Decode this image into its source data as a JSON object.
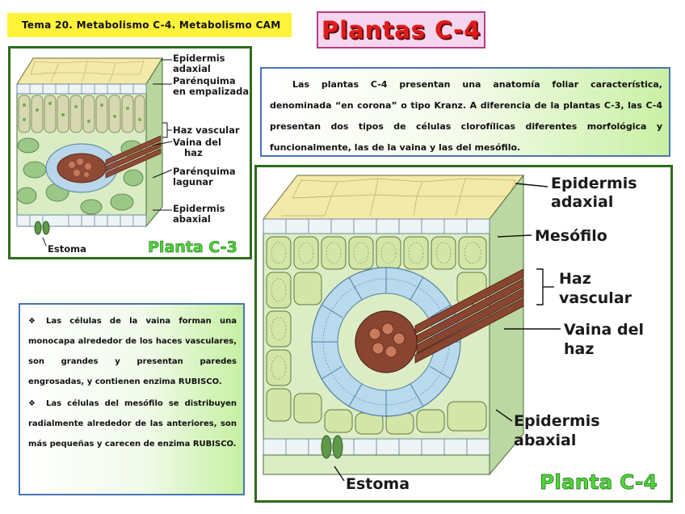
{
  "header": {
    "topic": "Tema 20. Metabolismo C-4. Metabolismo CAM"
  },
  "title": {
    "text": "Plantas C-4"
  },
  "intro": {
    "text": "Las plantas C-4 presentan una anatomía foliar característica, denominada “en corona” o tipo Kranz. A diferencia de la plantas C-3, las C-4 presentan dos tipos de células clorofílicas diferentes morfológica y funcionalmente, las de la vaina y las del mesófilo."
  },
  "c3": {
    "labels": {
      "epidermis_adaxial_1": "Epidermis",
      "epidermis_adaxial_2": "adaxial",
      "empalizada_1": "Parénquima",
      "empalizada_2": "en empalizada",
      "haz_vascular": "Haz vascular",
      "vaina_1": "Vaina del",
      "vaina_2": "haz",
      "lagunar_1": "Parénquima",
      "lagunar_2": "lagunar",
      "epidermis_abaxial_1": "Epidermis",
      "epidermis_abaxial_2": "abaxial",
      "estoma": "Estoma"
    },
    "caption": "Planta C-3"
  },
  "c4": {
    "labels": {
      "epidermis_adaxial_1": "Epidermis",
      "epidermis_adaxial_2": "adaxial",
      "mesofilo": "Mesófilo",
      "haz_1": "Haz",
      "haz_2": "vascular",
      "vaina_1": "Vaina del",
      "vaina_2": "haz",
      "epidermis_abaxial_1": "Epidermis",
      "epidermis_abaxial_2": "abaxial",
      "estoma": "Estoma"
    },
    "caption": "Planta C-4"
  },
  "notes": {
    "bullet_symbol": "❖",
    "items": [
      "Las células de la vaina forman una monocapa alrededor de los haces vasculares, son grandes y presentan paredes engrosadas, y contienen enzima RUBISCO.",
      "Las células del mesófilo se distribuyen radialmente alrededor de las anteriores, son más pequeñas y carecen de enzima RUBISCO."
    ]
  },
  "colors": {
    "title_red": "#e01c1c",
    "panel_green": "#2f6b1c",
    "box_blue": "#4a74b6",
    "caption_green": "#4fd63a",
    "header_yellow": "#fff23a"
  }
}
